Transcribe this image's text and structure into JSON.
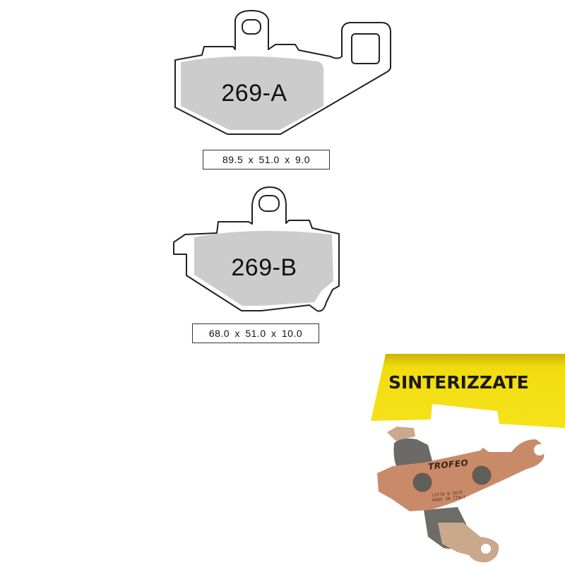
{
  "pads": [
    {
      "code": "269-A",
      "dimensions": "89.5  x  51.0  x  9.0"
    },
    {
      "code": "269-B",
      "dimensions": "68.0  x  51.0  x 10.0"
    }
  ],
  "banner": {
    "label": "SINTERIZZATE",
    "color": "#f2dc10"
  },
  "product_photo": {
    "brand": "TROFEO",
    "stamp_line1": "LOTTO N 3679",
    "stamp_line2": "MADE IN ITALY",
    "backplate_color": "#c98a6a",
    "friction_color": "#6b6a66"
  },
  "colors": {
    "outline": "#222222",
    "friction_fill": "#cccccc"
  }
}
